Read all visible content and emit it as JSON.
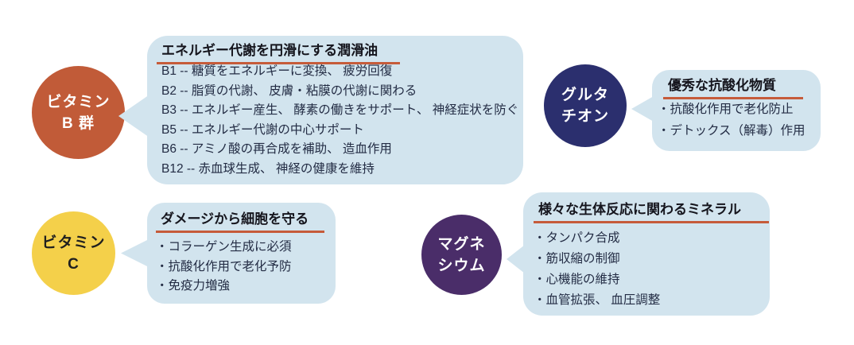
{
  "colors": {
    "bubble_bg": "#d2e4ee",
    "title_underline": "#c65b3a",
    "title_text": "#15151d",
    "body_text": "#232c44",
    "vitamin_b_circle": "#c15b38",
    "glutathione_circle": "#2b2f6e",
    "vitamin_c_circle": "#f4d04a",
    "magnesium_circle": "#4a2d69"
  },
  "sections": [
    {
      "id": "vitamin-b-group",
      "circle": {
        "line1": "ビタミン",
        "line2": "B 群"
      },
      "bubble": {
        "title": "エネルギー代謝を円滑にする潤滑油",
        "items": [
          "B1 -- 糖質をエネルギーに変換、 疲労回復",
          "B2 -- 脂質の代謝、 皮膚・粘膜の代謝に関わる",
          "B3 -- エネルギー産生、 酵素の働きをサポート、 神経症状を防ぐ",
          "B5 -- エネルギー代謝の中心サポート",
          "B6 -- アミノ酸の再合成を補助、 造血作用",
          "B12 -- 赤血球生成、 神経の健康を維持"
        ]
      }
    },
    {
      "id": "glutathione",
      "circle": {
        "line1": "グルタ",
        "line2": "チオン"
      },
      "bubble": {
        "title": "優秀な抗酸化物質",
        "items": [
          "・抗酸化作用で老化防止",
          "・デトックス（解毒）作用"
        ]
      }
    },
    {
      "id": "vitamin-c",
      "circle": {
        "line1": "ビタミン",
        "line2": "C"
      },
      "bubble": {
        "title": "ダメージから細胞を守る",
        "items": [
          "・コラーゲン生成に必須",
          "・抗酸化作用で老化予防",
          "・免疫力増強"
        ]
      }
    },
    {
      "id": "magnesium",
      "circle": {
        "line1": "マグネ",
        "line2": "シウム"
      },
      "bubble": {
        "title": "様々な生体反応に関わるミネラル",
        "items": [
          "・タンパク合成",
          "・筋収縮の制御",
          "・心機能の維持",
          "・血管拡張、 血圧調整"
        ]
      }
    }
  ]
}
